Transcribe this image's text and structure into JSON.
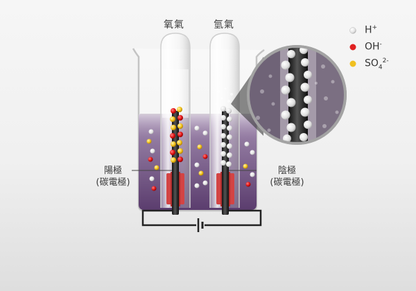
{
  "tubes": {
    "left_label": "氧氣",
    "right_label": "氫氣"
  },
  "electrodes": {
    "anode_line1": "陽極",
    "anode_line2": "(碳電極)",
    "cathode_line1": "陰極",
    "cathode_line2": "(碳電極)"
  },
  "legend": {
    "items": [
      {
        "base": "H",
        "sup": "+",
        "sub": "",
        "color": "#ececec"
      },
      {
        "base": "OH",
        "sup": "-",
        "sub": "",
        "color": "#e02020"
      },
      {
        "base": "SO",
        "sup": "2-",
        "sub": "4",
        "color": "#f0c020"
      }
    ]
  }
}
